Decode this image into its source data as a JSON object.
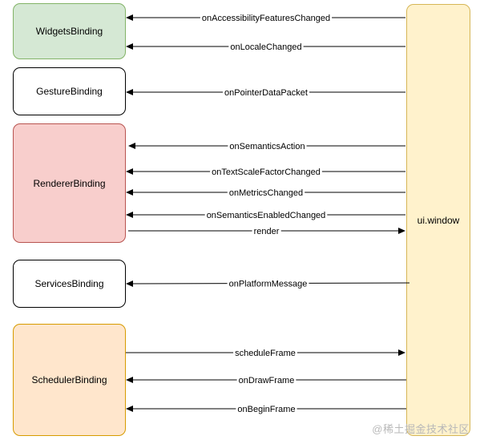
{
  "nodes": {
    "widgets": {
      "label": "WidgetsBinding",
      "fill": "#d5e8d4",
      "stroke": "#82b366"
    },
    "gesture": {
      "label": "GestureBinding",
      "fill": "#ffffff",
      "stroke": "#000000"
    },
    "renderer": {
      "label": "RendererBinding",
      "fill": "#f8cecc",
      "stroke": "#b85450"
    },
    "services": {
      "label": "ServicesBinding",
      "fill": "#ffffff",
      "stroke": "#000000"
    },
    "scheduler": {
      "label": "SchedulerBinding",
      "fill": "#ffe6cc",
      "stroke": "#d79b00"
    },
    "window": {
      "label": "ui.window",
      "fill": "#fff2cc",
      "stroke": "#d6b656"
    }
  },
  "edges": [
    {
      "label": "onAccessibilityFeaturesChanged",
      "from": "window",
      "to": "widgets"
    },
    {
      "label": "onLocaleChanged",
      "from": "window",
      "to": "widgets"
    },
    {
      "label": "onPointerDataPacket",
      "from": "window",
      "to": "gesture"
    },
    {
      "label": "onSemanticsAction",
      "from": "window",
      "to": "renderer"
    },
    {
      "label": "onTextScaleFactorChanged",
      "from": "window",
      "to": "renderer"
    },
    {
      "label": "onMetricsChanged",
      "from": "window",
      "to": "renderer"
    },
    {
      "label": "onSemanticsEnabledChanged",
      "from": "window",
      "to": "renderer"
    },
    {
      "label": "render",
      "from": "renderer",
      "to": "window"
    },
    {
      "label": "onPlatformMessage",
      "from": "window",
      "to": "services"
    },
    {
      "label": "scheduleFrame",
      "from": "scheduler",
      "to": "window"
    },
    {
      "label": "onDrawFrame",
      "from": "window",
      "to": "scheduler"
    },
    {
      "label": "onBeginFrame",
      "from": "window",
      "to": "scheduler"
    }
  ],
  "watermark": "@稀土掘金技术社区"
}
